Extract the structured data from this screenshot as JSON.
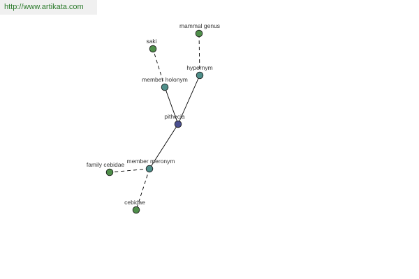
{
  "watermark": {
    "text": "http://www.artikata.com"
  },
  "colors": {
    "center": "#4a4f8f",
    "relation": "#4f8f8a",
    "leaf": "#4f8f4a"
  },
  "nodes": [
    {
      "id": "pithecia",
      "label": "pithecia",
      "kind": "center"
    },
    {
      "id": "member-holonym",
      "label": "member holonym",
      "kind": "relation"
    },
    {
      "id": "hypernym",
      "label": "hypernym",
      "kind": "relation"
    },
    {
      "id": "member-meronym",
      "label": "member meronym",
      "kind": "relation"
    },
    {
      "id": "saki",
      "label": "saki",
      "kind": "leaf"
    },
    {
      "id": "mammal-genus",
      "label": "mammal genus",
      "kind": "leaf"
    },
    {
      "id": "family-cebidae",
      "label": "family cebidae",
      "kind": "leaf"
    },
    {
      "id": "cebidae",
      "label": "cebidae",
      "kind": "leaf"
    }
  ],
  "edges": [
    {
      "from": "pithecia",
      "to": "member-holonym",
      "style": "solid"
    },
    {
      "from": "pithecia",
      "to": "hypernym",
      "style": "solid"
    },
    {
      "from": "pithecia",
      "to": "member-meronym",
      "style": "solid"
    },
    {
      "from": "member-holonym",
      "to": "saki",
      "style": "dashed"
    },
    {
      "from": "hypernym",
      "to": "mammal-genus",
      "style": "dashed"
    },
    {
      "from": "member-meronym",
      "to": "family-cebidae",
      "style": "dashed"
    },
    {
      "from": "member-meronym",
      "to": "cebidae",
      "style": "dashed"
    }
  ]
}
